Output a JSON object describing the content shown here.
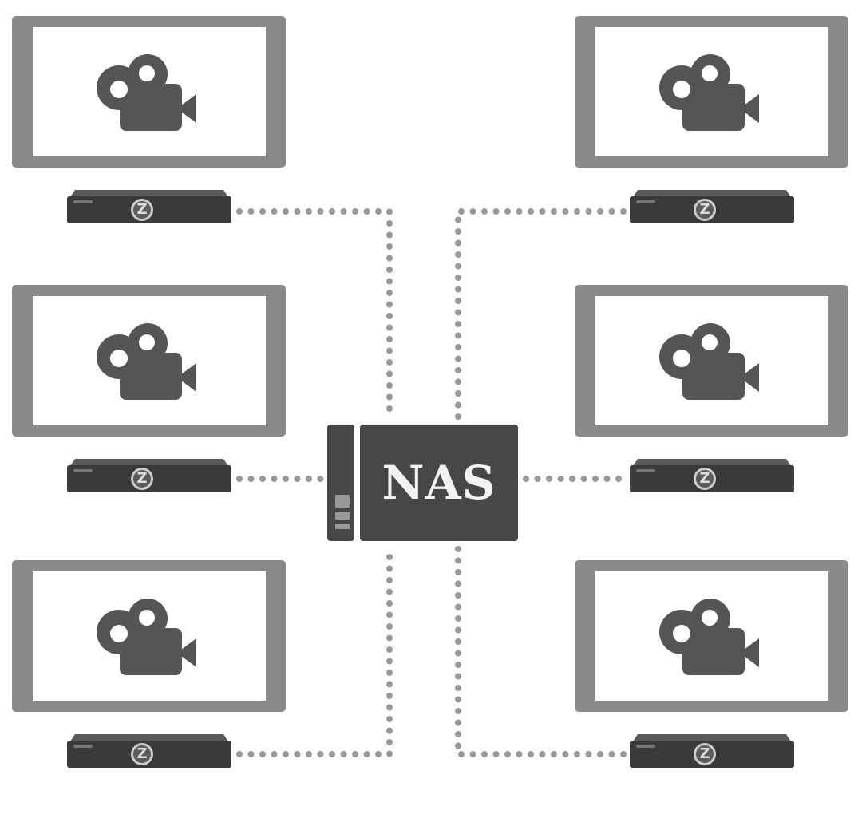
{
  "diagram": {
    "hub": {
      "label": "NAS",
      "icon": "nas-server-icon"
    },
    "clients": [
      {
        "display": "tv",
        "icon": "video-camera-icon",
        "player": "set-top-box",
        "player_logo": "Z"
      },
      {
        "display": "tv",
        "icon": "video-camera-icon",
        "player": "set-top-box",
        "player_logo": "Z"
      },
      {
        "display": "tv",
        "icon": "video-camera-icon",
        "player": "set-top-box",
        "player_logo": "Z"
      },
      {
        "display": "tv",
        "icon": "video-camera-icon",
        "player": "set-top-box",
        "player_logo": "Z"
      },
      {
        "display": "tv",
        "icon": "video-camera-icon",
        "player": "set-top-box",
        "player_logo": "Z"
      },
      {
        "display": "tv",
        "icon": "video-camera-icon",
        "player": "set-top-box",
        "player_logo": "Z"
      }
    ],
    "colors": {
      "frame": "#8a8a8a",
      "device": "#3a3a3a",
      "nas": "#474747",
      "connector": "#999999",
      "icon": "#555555"
    }
  }
}
